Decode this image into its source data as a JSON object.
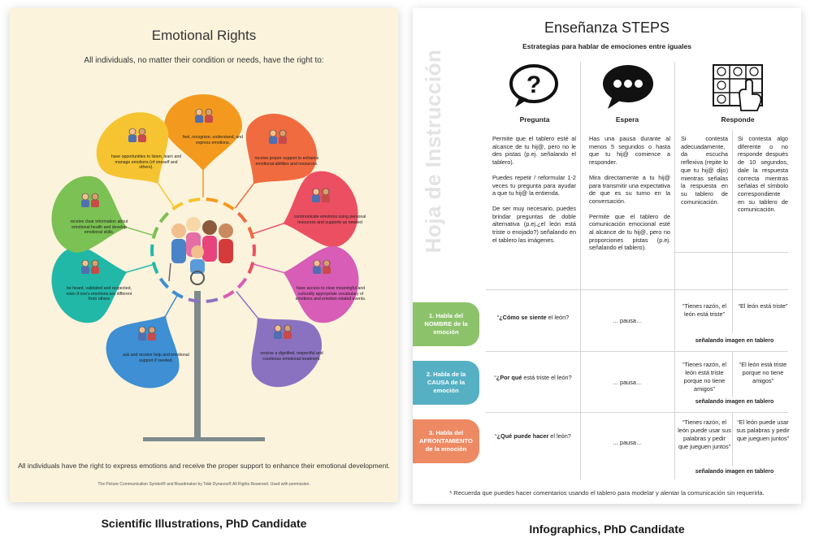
{
  "poster": {
    "title": "Emotional Rights",
    "subtitle": "All individuals, no matter their condition or needs, have the right to:",
    "rights": [
      {
        "text": "feel, recognize, understand, and express emotions.",
        "color": "#f39a1e",
        "icon": "person-emotions-icon"
      },
      {
        "text": "receive proper support to enhance emotional abilities and resources.",
        "color": "#f06b3f",
        "icon": "two-people-icon"
      },
      {
        "text": "communicate emotions using personal resources and supports as needed",
        "color": "#ec4f62",
        "icon": "communication-board-icon"
      },
      {
        "text": "have access to clear meaningful and culturally appropriate vocabulary of emotions and emotion-related events.",
        "color": "#d75db6",
        "icon": "vocabulary-faces-icon"
      },
      {
        "text": "receive a dignified, respectful and courteous emotional treatment.",
        "color": "#8b72c1",
        "icon": "respect-icon"
      },
      {
        "text": "ask and receive help and emotional support if needed.",
        "color": "#3e8fd3",
        "icon": "help-swimmer-icon"
      },
      {
        "text": "be heard, validated and respected, even if one's emotions are different from others",
        "color": "#21b8a8",
        "icon": "heard-person-icon"
      },
      {
        "text": "receive clear information about emotional health and develop emotional skills.",
        "color": "#7cc153",
        "icon": "two-faces-icon"
      },
      {
        "text": "have opportunities to listen, learn and manage emotions (of oneself and others).",
        "color": "#f6c431",
        "icon": "teacher-icon"
      }
    ],
    "footer": "All individuals have the right to express emotions and receive the proper support to enhance their emotional development.",
    "credit": "The Picture Communication Symbol® and Boardmaker by Tobii Dynavox® All Rights Reserved. Used with permission."
  },
  "sheet": {
    "title": "Enseñanza STEPS",
    "subtitle": "Estrategias para hablar de emociones entre iguales",
    "side_label": "Hoja de Instrucción",
    "columns": [
      {
        "label": "Pregunta",
        "icon": "question-speech-bubble-icon"
      },
      {
        "label": "Espera",
        "icon": "ellipsis-speech-bubble-icon"
      },
      {
        "label": "Responde",
        "icon": "pointing-at-board-icon"
      }
    ],
    "pregunta_text": [
      "Permite que el tablero esté al alcance de tu hij@, pero no le des pistas (p.ej. señalando el tablero).",
      "Puedes repetir / reformular 1-2 veces tu pregunta para ayudar a que tu hij@ la entienda.",
      "De ser muy necesario, puedes brindar preguntas de doble alternativa (p.ej.¿el león está triste o enojado?) señalando en el tablero las imágenes."
    ],
    "espera_text": [
      "Has una pausa durante al menos 5 segundos o hasta que tu hij@ comience a responder.",
      "Mira directamente a tu hij@ para transmitir una expectativa de que es su turno en la conversación.",
      "Permite que el tablero de comunicación emocional esté al alcance de tu hij@, pero no proporciones pistas (p.ej. señalando el tablero)."
    ],
    "responde_text_a": "Si contesta adecuadamente, da escucha reflexiva (repite lo que tu hij@ dijo) mientras señalas la respuesta en su tablero de comunicación.",
    "responde_text_b": "Si contesta algo diferente o no responde después de 10 segundos, dale la respuesta correcta mientras señalas el símbolo correspondiente en su tablero de comunicación.",
    "rows": [
      {
        "label": "1. Habla del NOMBRE de la emoción",
        "color": "#8cc36a",
        "q_bold": "¿Cómo se siente",
        "q_rest": " el león?",
        "pause": "… pausa…",
        "resp_a": "“Tienes razón, el león está triste”",
        "resp_b": "“El león está triste”",
        "note": "señalando imagen en tablero"
      },
      {
        "label": "2. Habla de la CAUSA de la emoción",
        "color": "#55b0c3",
        "q_bold": "¿Por qué",
        "q_rest": " está triste el león?",
        "pause": "… pausa…",
        "resp_a": "“Tienes razón, el león está triste porque no tiene amigos”",
        "resp_b": "“El león está triste porque no tiene amigos”",
        "note": "señalando imagen en tablero"
      },
      {
        "label": "3. Habla del AFRONTAMIENTO de la emoción",
        "color": "#ed8a63",
        "q_bold": "¿Qué puede hacer",
        "q_rest": " el león?",
        "pause": "… pausa…",
        "resp_a": "“Tienes razón, el león puede usar sus palabras y pedir que jueguen juntos”",
        "resp_b": "“El león puede usar sus palabras y pedir que jueguen juntos”",
        "note": "señalando imagen en tablero"
      }
    ],
    "footnote": "* Recuerda que puedes hacer comentarios usando el tablero para modelar y alentar la comunicación  sin requerirla."
  },
  "captions": {
    "left": "Scientific Illustrations, PhD Candidate",
    "right": "Infographics, PhD Candidate"
  }
}
